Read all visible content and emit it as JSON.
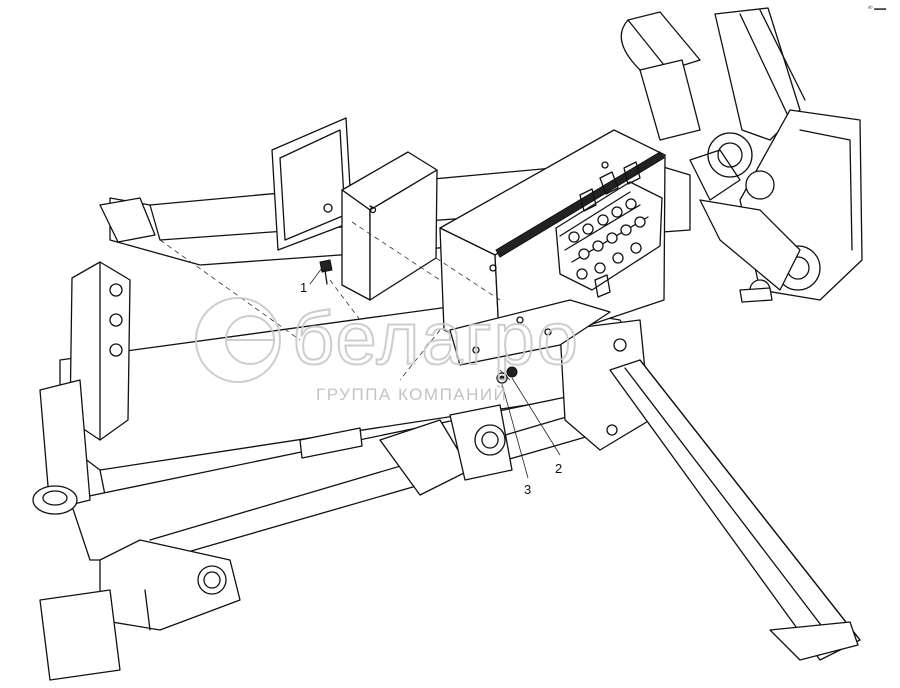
{
  "diagram": {
    "callouts": [
      {
        "label": "1"
      },
      {
        "label": "2"
      },
      {
        "label": "3"
      }
    ],
    "watermark": {
      "brand": "белагро",
      "subtitle": "ГРУППА КОМПАНИЙ"
    },
    "corner_mark": "ᵃᵇ ▬▬"
  }
}
